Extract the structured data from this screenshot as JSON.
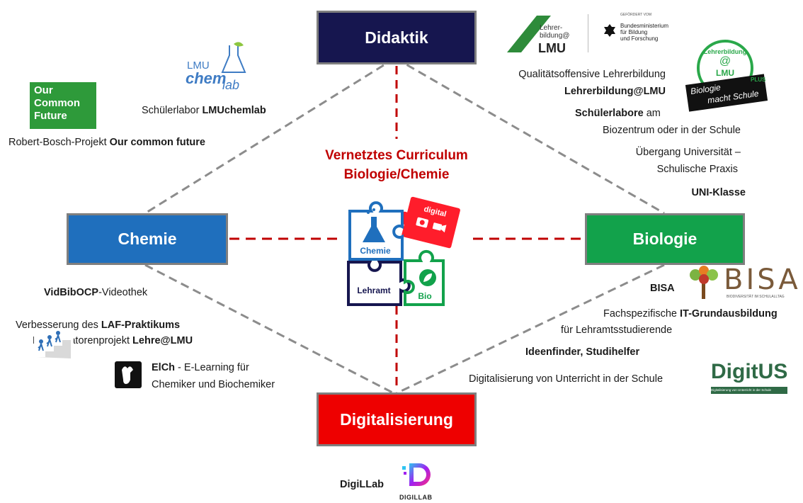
{
  "boxes": {
    "didaktik": "Didaktik",
    "chemie": "Chemie",
    "biologie": "Biologie",
    "digitalisierung": "Digitalisierung"
  },
  "center": {
    "title_line1": "Vernetztes Curriculum",
    "title_line2": "Biologie/Chemie",
    "puzzle": {
      "chemie": "Chemie",
      "digital": "digital",
      "lehramt": "Lehramt",
      "bio": "Bio"
    }
  },
  "colors": {
    "didaktik": "#16164f",
    "chemie": "#1f6fbd",
    "biologie": "#12a24b",
    "digitalisierung": "#ee0000",
    "center_title": "#c00000",
    "dashed_grey": "#8c8c8c",
    "dashed_red": "#c00000"
  },
  "top_left": {
    "our_common_future_logo": {
      "line1": "Our",
      "line2": "Common",
      "line3": "Future"
    },
    "bosch_prefix": "Robert-Bosch-Projekt ",
    "bosch_bold": "Our common future",
    "chemlab_logo": {
      "line1": "LMU",
      "line2": "chem",
      "line3": "lab"
    },
    "schuelerlabor_prefix": "Schülerlabor ",
    "schuelerlabor_bold": "LMUchemlab"
  },
  "top_right": {
    "lehrerbildung_logo": {
      "line1": "Lehrer-",
      "line2": "bildung@",
      "line3": "LMU"
    },
    "bmbf_logo": {
      "small": "GEFÖRDERT VOM",
      "line1": "Bundesministerium",
      "line2": "für Bildung",
      "line3": "und Forschung"
    },
    "badge_logo": {
      "top": "Lehrerbildung",
      "at": "@",
      "lmu": "LMU",
      "plus": "PLUS",
      "line1": "Biologie",
      "line2": "macht Schule"
    },
    "qualitaet": "Qualitätsoffensive Lehrerbildung",
    "lehrerbildung_bold": "Lehrerbildung@LMU",
    "schuelerlabore_bold": "Schülerlabore",
    "schuelerlabore_rest": " am",
    "biozentrum": "Biozentrum oder in der Schule",
    "uebergang1": "Übergang Universität –",
    "uebergang2": "Schulische Praxis",
    "uni_klasse": "UNI-Klasse"
  },
  "bottom_left": {
    "vidbib_bold": "VidBibOCP",
    "vidbib_rest": "-Videothek",
    "laf_prefix": "Verbesserung des ",
    "laf_bold": "LAF-Praktikums",
    "multi_prefix": "Multiplikatorenprojekt ",
    "multi_bold": "Lehre@LMU",
    "elch_bold": "ElCh",
    "elch_rest": " - E-Learning für",
    "elch_line2": "Chemiker und Biochemiker"
  },
  "bottom_right": {
    "bisa_bold": "BISA",
    "bisa_logo": "BISA",
    "bisa_sub": "BIODIVERSITÄT IM SCHULALLTAG",
    "it_prefix": "Fachspezifische ",
    "it_bold": "IT-Grundausbildung",
    "it_line2": "für Lehramtsstudierende",
    "ideen_bold": "Ideenfinder, Studihelfer",
    "digital_unterricht": "Digitalisierung von Unterricht in der Schule",
    "digitus_logo": "DigitUS",
    "digitus_sub": "Digitalisierung von Unterricht in der Schule"
  },
  "bottom": {
    "digillab_bold": "DigiLLab",
    "digillab_logo_text": "DIGILLAB"
  }
}
